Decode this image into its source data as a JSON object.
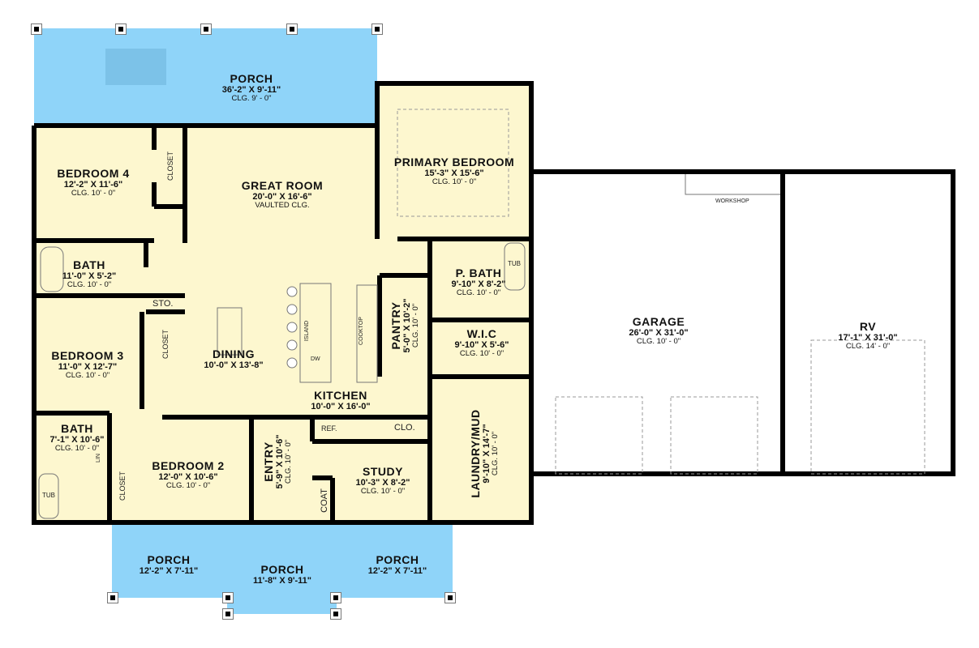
{
  "colors": {
    "floor": "#fdf7cf",
    "porch": "#8fd4f9",
    "wall": "#000000",
    "garage": "#ffffff"
  },
  "rooms": {
    "porch_top": {
      "name": "PORCH",
      "dims": "36'-2\" X 9'-11\"",
      "ceiling": "CLG. 9' - 0\""
    },
    "bedroom4": {
      "name": "BEDROOM 4",
      "dims": "12'-2\" X 11'-6\"",
      "ceiling": "CLG. 10' - 0\""
    },
    "great_room": {
      "name": "GREAT ROOM",
      "dims": "20'-0\" X 16'-6\"",
      "ceiling": "VAULTED CLG."
    },
    "primary_bedroom": {
      "name": "PRIMARY BEDROOM",
      "dims": "15'-3\" X 15'-6\"",
      "ceiling": "CLG. 10' - 0\""
    },
    "bath1": {
      "name": "BATH",
      "dims": "11'-0\" X 5'-2\"",
      "ceiling": "CLG. 10' - 0\""
    },
    "p_bath": {
      "name": "P. BATH",
      "dims": "9'-10\" X 8'-2\"",
      "ceiling": "CLG. 10' - 0\""
    },
    "bedroom3": {
      "name": "BEDROOM 3",
      "dims": "11'-0\" X 12'-7\"",
      "ceiling": "CLG. 10' - 0\""
    },
    "dining": {
      "name": "DINING",
      "dims": "10'-0\" X 13'-8\""
    },
    "pantry": {
      "name": "PANTRY",
      "dims": "5'-0\" X 10'-2\"",
      "ceiling": "CLG. 10' - 0\""
    },
    "wic": {
      "name": "W.I.C",
      "dims": "9'-10\" X 5'-6\"",
      "ceiling": "CLG. 10' - 0\""
    },
    "kitchen": {
      "name": "KITCHEN",
      "dims": "10'-0\" X 16'-0\""
    },
    "garage": {
      "name": "GARAGE",
      "dims": "26'-0\" X 31'-0\"",
      "ceiling": "CLG. 10' - 0\""
    },
    "rv": {
      "name": "RV",
      "dims": "17'-1\" X 31'-0\"",
      "ceiling": "CLG. 14' - 0\""
    },
    "bath2": {
      "name": "BATH",
      "dims": "7'-1\" X 10'-6\"",
      "ceiling": "CLG. 10' - 0\""
    },
    "bedroom2": {
      "name": "BEDROOM 2",
      "dims": "12'-0\" X 10'-6\"",
      "ceiling": "CLG. 10' - 0\""
    },
    "entry": {
      "name": "ENTRY",
      "dims": "5'-9\" X 10'-6\"",
      "ceiling": "CLG. 10' - 0\""
    },
    "study": {
      "name": "STUDY",
      "dims": "10'-3\" X 8'-2\"",
      "ceiling": "CLG. 10' - 0\""
    },
    "laundry": {
      "name": "LAUNDRY/MUD",
      "dims": "9'-10\" X 14'-7\"",
      "ceiling": "CLG. 10' - 0\""
    },
    "porch_left": {
      "name": "PORCH",
      "dims": "12'-2\" X 7'-11\""
    },
    "porch_mid": {
      "name": "PORCH",
      "dims": "11'-8\" X 9'-11\""
    },
    "porch_right": {
      "name": "PORCH",
      "dims": "12'-2\" X 7'-11\""
    }
  },
  "fixtures": {
    "closet": "CLOSET",
    "sto": "STO.",
    "coat": "COAT",
    "clo": "CLO.",
    "ref": "REF.",
    "island": "ISLAND",
    "dw": "DW",
    "cooktop": "COOKTOP",
    "tub": "TUB",
    "lin": "LIN",
    "workshop": "WORKSHOP"
  }
}
